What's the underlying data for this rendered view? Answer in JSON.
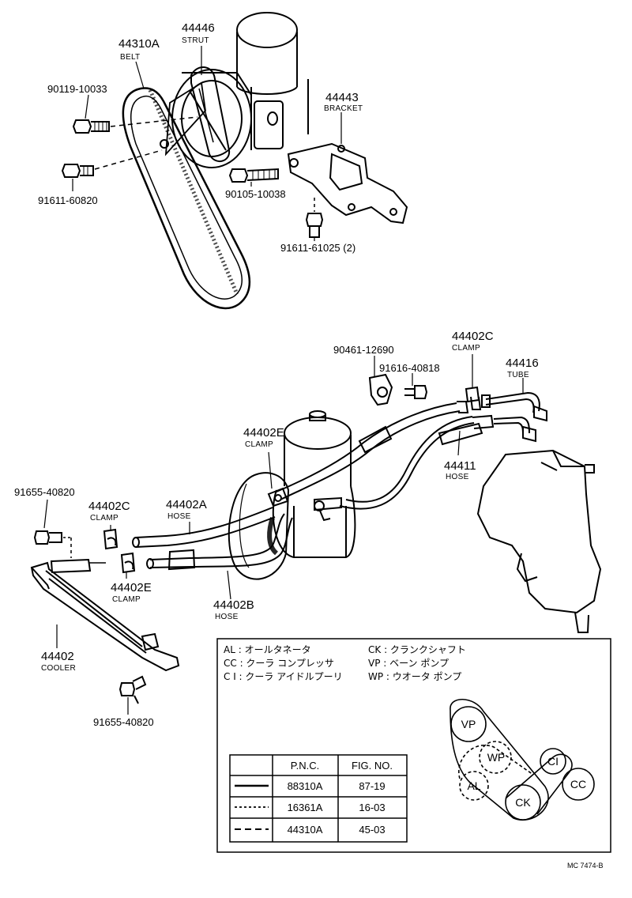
{
  "upper_labels": {
    "belt_pn": "44310A",
    "belt_name": "BELT",
    "strut_pn": "44446",
    "strut_name": "STRUT",
    "bolt1_pn": "90119-10033",
    "bolt2_pn": "91611-60820",
    "bracket_pn": "44443",
    "bracket_name": "BRACKET",
    "bolt3_pn": "90105-10038",
    "bolt4_pn": "91611-61025 (2)"
  },
  "lower_labels": {
    "clamp_top_pn": "44402C",
    "clamp_top_name": "CLAMP",
    "tube_pn": "44416",
    "tube_name": "TUBE",
    "bracket2_pn": "90461-12690",
    "screw_pn": "91616-40818",
    "clamp_e_top_pn": "44402E",
    "clamp_e_top_name": "CLAMP",
    "hose_right_pn": "44411",
    "hose_right_name": "HOSE",
    "bolt_cooler_top_pn": "91655-40820",
    "clamp_c_left_pn": "44402C",
    "clamp_c_left_name": "CLAMP",
    "hose_a_pn": "44402A",
    "hose_a_name": "HOSE",
    "clamp_e_left_pn": "44402E",
    "clamp_e_left_name": "CLAMP",
    "hose_b_pn": "44402B",
    "hose_b_name": "HOSE",
    "cooler_pn": "44402",
    "cooler_name": "COOLER",
    "bolt_cooler_bottom_pn": "91655-40820"
  },
  "legend": {
    "col1": [
      "AL : オールタネータ",
      "CC : クーラ コンプレッサ",
      "C I : クーラ アイドルプーリ"
    ],
    "col2": [
      "CK : クランクシャフト",
      "VP : ベーン ポンプ",
      "WP : ウオータ ポンプ"
    ]
  },
  "pulleys": {
    "vp": "VP",
    "wp": "WP",
    "ci": "CI",
    "al": "AL",
    "cc": "CC",
    "ck": "CK"
  },
  "table": {
    "headers": [
      "",
      "P.N.C.",
      "FIG. NO."
    ],
    "rows": [
      {
        "pnc": "88310A",
        "fig": "87-19"
      },
      {
        "pnc": "16361A",
        "fig": "16-03"
      },
      {
        "pnc": "44310A",
        "fig": "45-03"
      }
    ]
  },
  "footer": {
    "code": "MC 7474-B"
  }
}
